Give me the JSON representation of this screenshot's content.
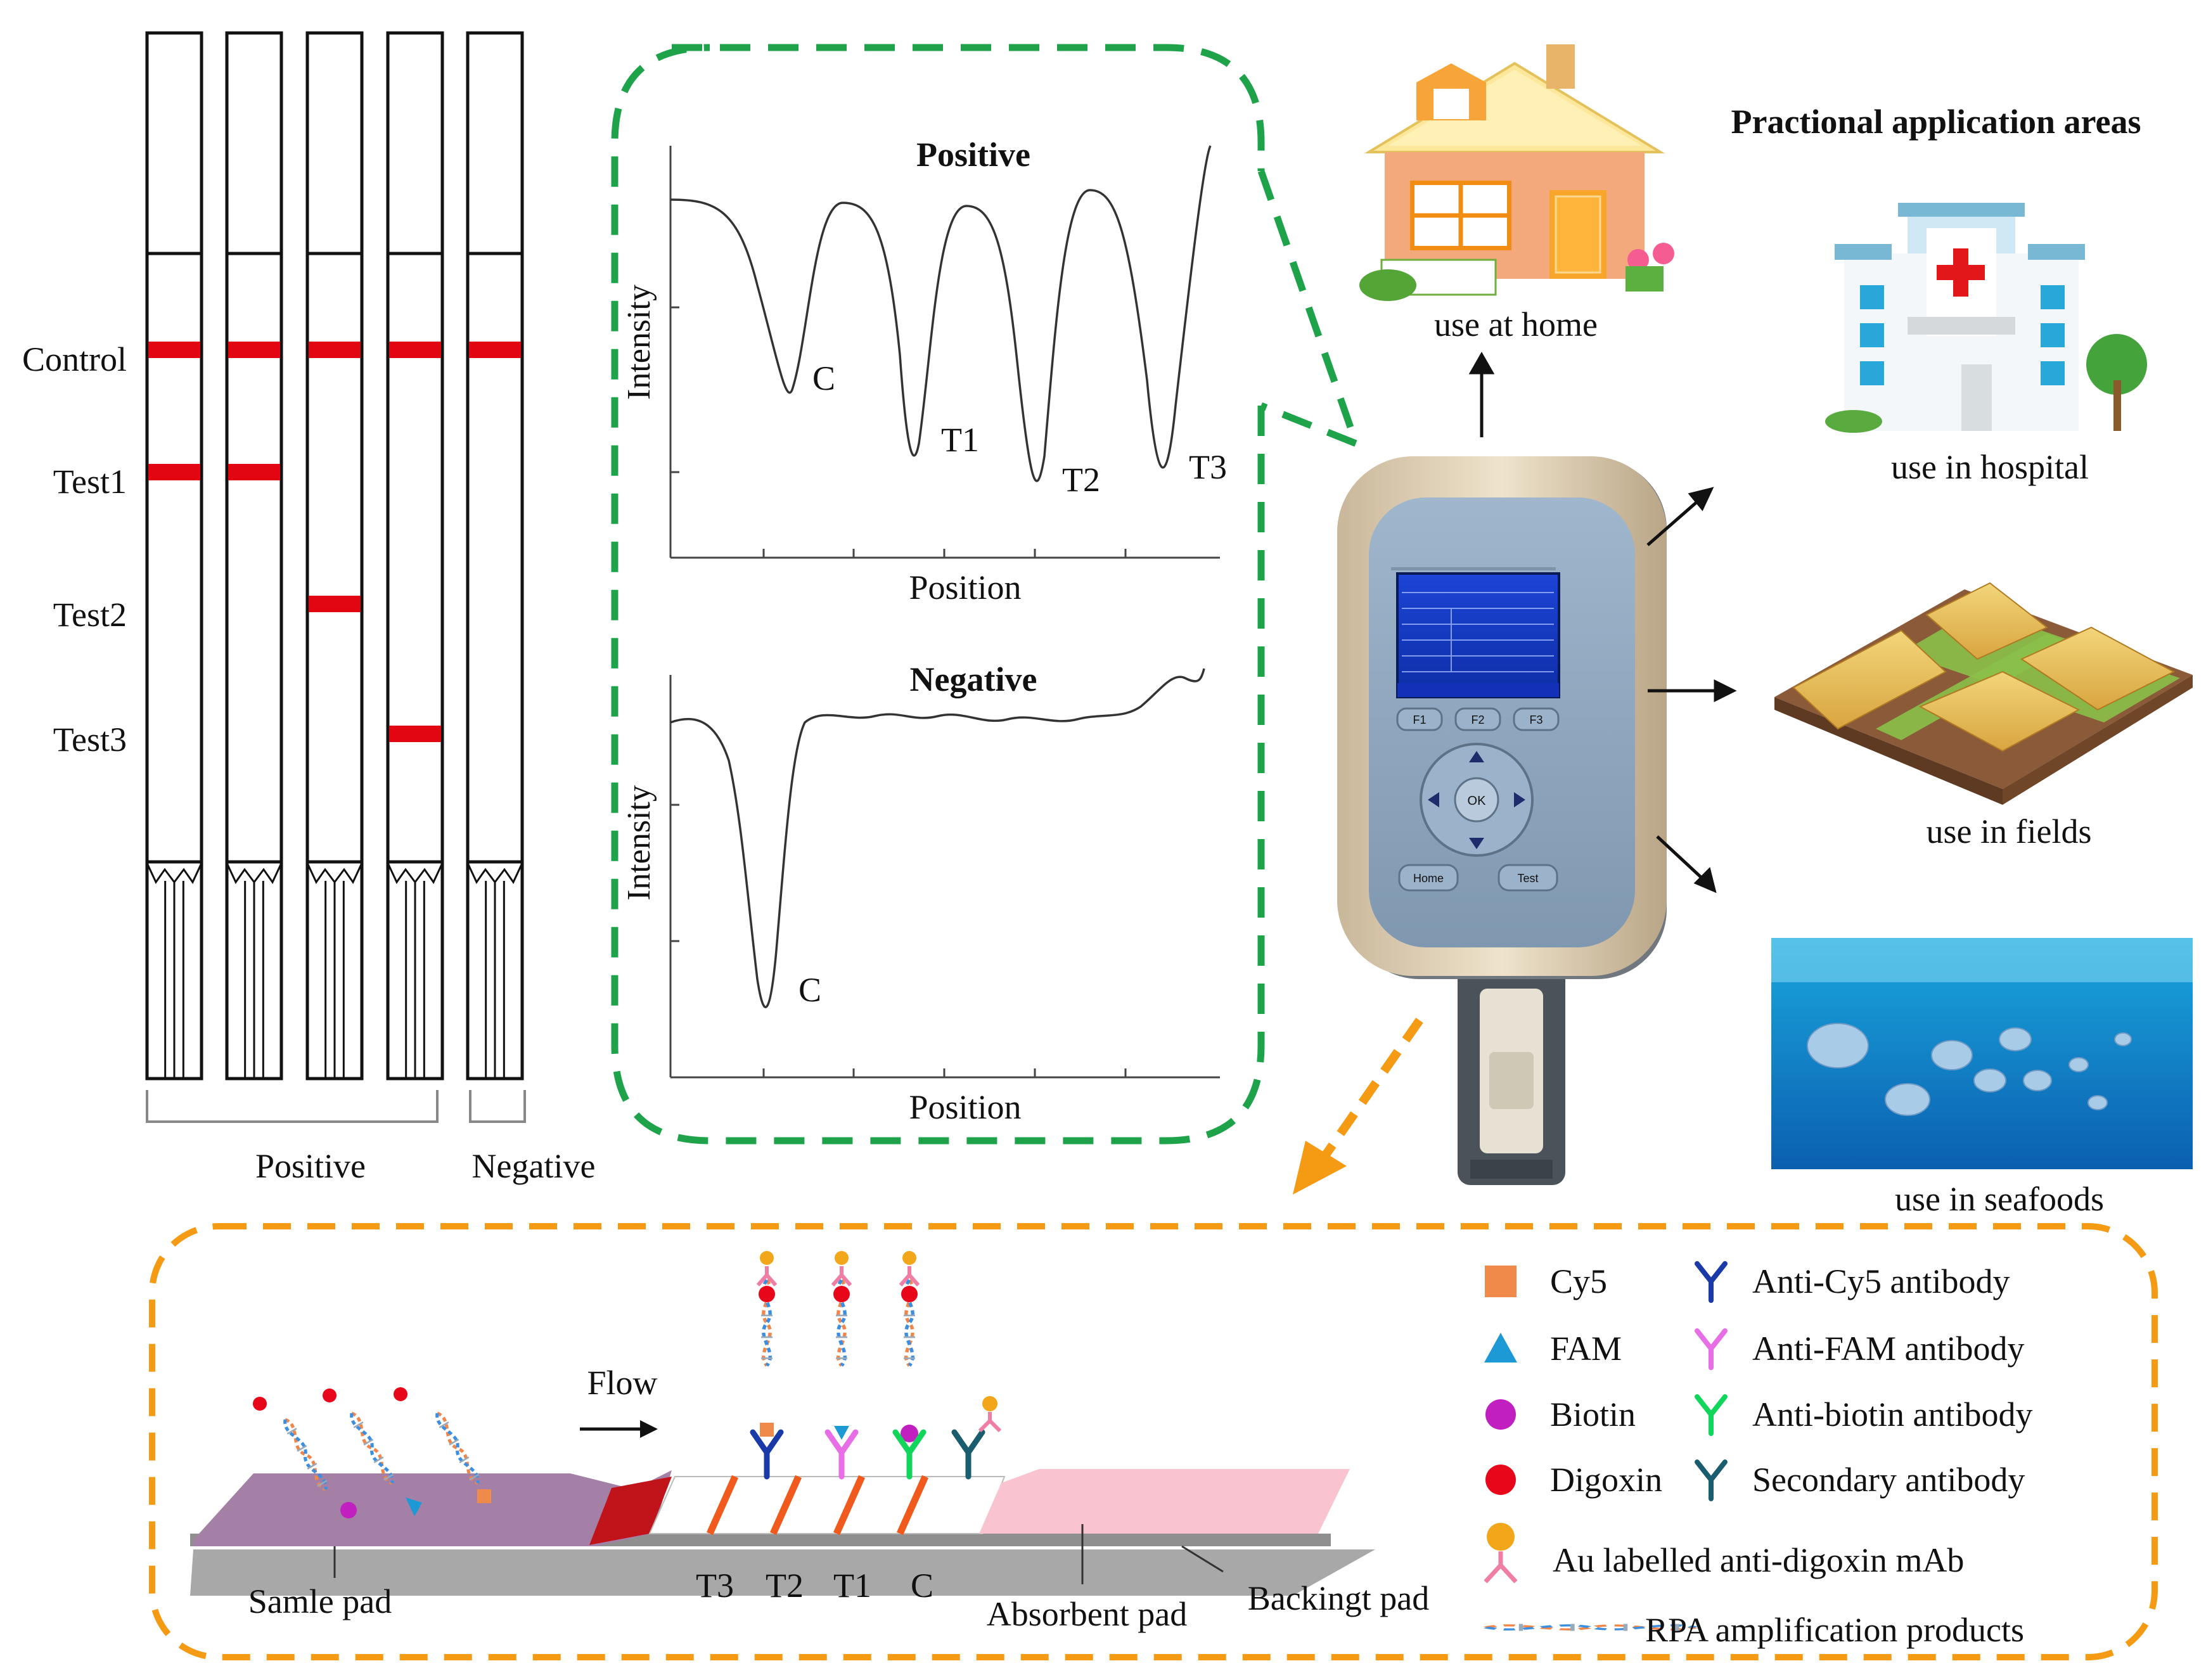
{
  "strips": {
    "row_labels": [
      "Control",
      "Test1",
      "Test2",
      "Test3"
    ],
    "group_labels": [
      "Positive",
      "Negative"
    ],
    "band_color": "#e20613",
    "patterns": [
      [
        "Control",
        "Test1"
      ],
      [
        "Control",
        "Test1"
      ],
      [
        "Control",
        "Test2"
      ],
      [
        "Control",
        "Test3"
      ],
      [
        "Control"
      ]
    ]
  },
  "curves": {
    "positive": {
      "title": "Positive",
      "ylabel": "Intensity",
      "xlabel": "Position",
      "peaks": [
        "C",
        "T1",
        "T2",
        "T3"
      ]
    },
    "negative": {
      "title": "Negative",
      "ylabel": "Intensity",
      "xlabel": "Position",
      "peaks": [
        "C"
      ]
    }
  },
  "device": {
    "buttons": [
      "F1",
      "F2",
      "F3",
      "OK",
      "Home",
      "Test"
    ]
  },
  "applications": {
    "title": "Practional application areas",
    "home": "use at home",
    "hospital": "use in hospital",
    "fields": "use in fields",
    "seafoods": "use in seafoods"
  },
  "strip_diagram": {
    "flow": "Flow",
    "sample_pad": "Samle pad",
    "absorbent_pad": "Absorbent pad",
    "backing_pad": "Backingt pad",
    "lines": [
      "T3",
      "T2",
      "T1",
      "C"
    ]
  },
  "legend": {
    "markers": [
      {
        "label": "Cy5",
        "color": "#ef8a4a"
      },
      {
        "label": "FAM",
        "color": "#1d9ad6"
      },
      {
        "label": "Biotin",
        "color": "#c21fc0"
      },
      {
        "label": "Digoxin",
        "color": "#e8071a"
      }
    ],
    "antibodies": [
      {
        "label": "Anti-Cy5 antibody",
        "color": "#1a3aa8"
      },
      {
        "label": "Anti-FAM antibody",
        "color": "#e76ee4"
      },
      {
        "label": "Anti-biotin antibody",
        "color": "#12d65b"
      },
      {
        "label": "Secondary antibody",
        "color": "#1a5d6e"
      }
    ],
    "au": "Au labelled anti-digoxin mAb",
    "rpa": "RPA amplification products"
  },
  "colors": {
    "green_dash": "#1ea34a",
    "orange_dash": "#f49a13",
    "red_band": "#e20613"
  }
}
